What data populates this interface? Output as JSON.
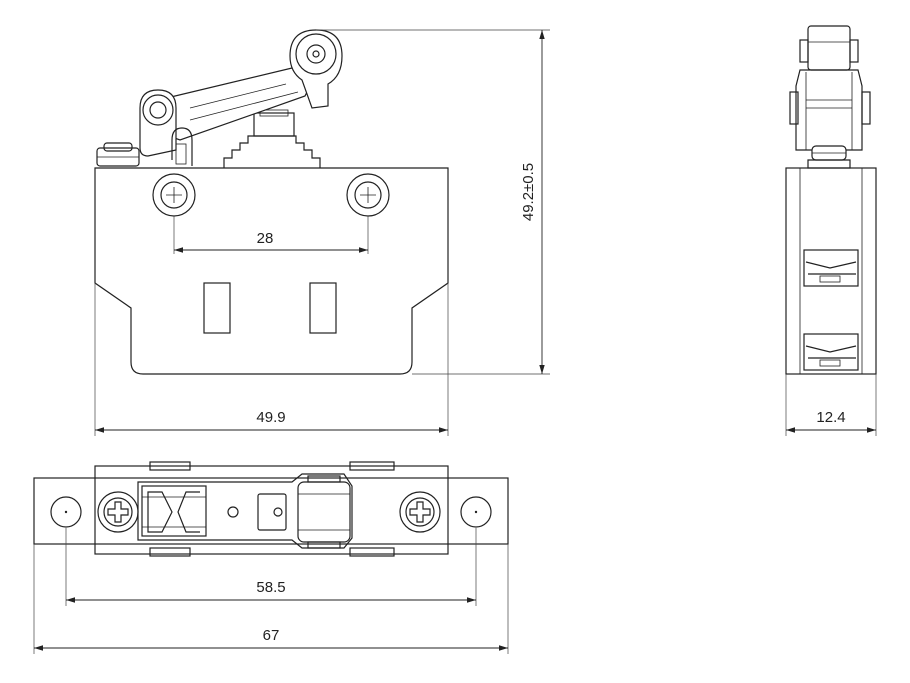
{
  "dimensions": {
    "hole_spacing_front": "28",
    "width_front": "49.9",
    "height_front": "49.2±0.5",
    "thickness_side": "12.4",
    "hole_spacing_bottom": "58.5",
    "length_bottom": "67"
  },
  "colors": {
    "line": "#222222",
    "background": "#ffffff"
  }
}
